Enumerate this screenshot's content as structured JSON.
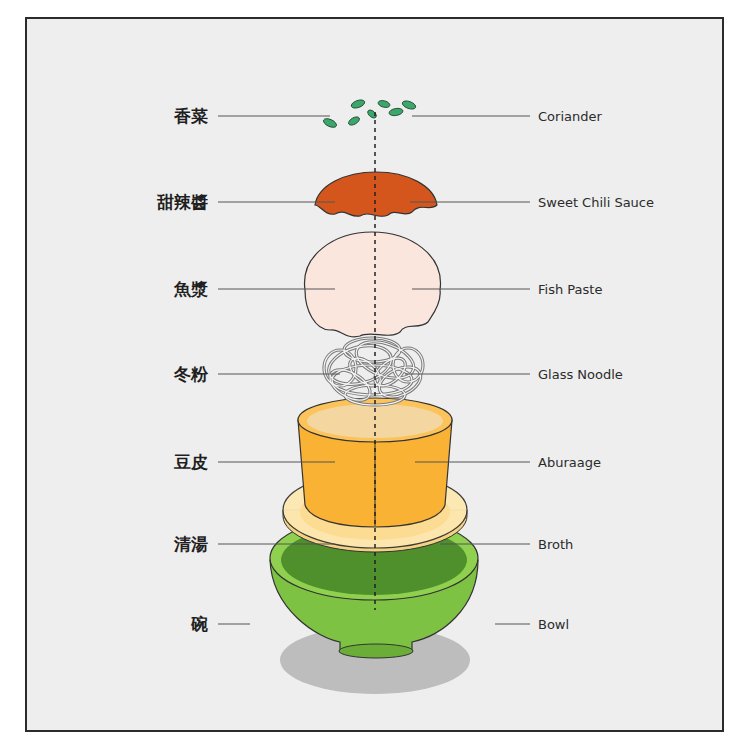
{
  "diagram": {
    "labels": [
      "香菜",
      "Coriander",
      "甜辣醬",
      "Sweet Chili Sauce",
      "魚漿",
      "Fish Paste",
      "冬粉",
      "Glass Noodle",
      "豆皮",
      "Aburaage",
      "清湯",
      "Broth",
      "碗",
      "Bowl"
    ]
  }
}
